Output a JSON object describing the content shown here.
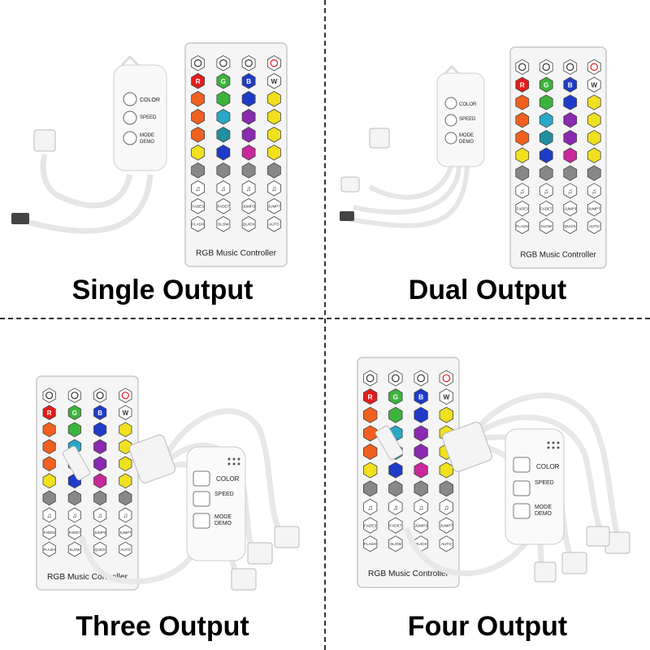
{
  "panels": [
    {
      "caption": "Single Output"
    },
    {
      "caption": "Dual Output"
    },
    {
      "caption": "Three Output"
    },
    {
      "caption": "Four Output"
    }
  ],
  "remote": {
    "title": "RGB Music Controller",
    "button_rows": [
      [
        "brightness-up",
        "brightness-down",
        "play-pause",
        "power"
      ],
      [
        "R",
        "G",
        "B",
        "W"
      ],
      [
        "",
        "",
        "",
        ""
      ],
      [
        "",
        "",
        "",
        ""
      ],
      [
        "",
        "",
        "",
        ""
      ],
      [
        "",
        "",
        "",
        ""
      ],
      [
        "",
        "",
        "",
        ""
      ],
      [
        "",
        "",
        "",
        ""
      ],
      [
        "FADE3",
        "FADE7",
        "JUMP3",
        "JUMP7"
      ],
      [
        "FLASH",
        "SLOW",
        "QUICK",
        "AUTO"
      ]
    ],
    "colors": {
      "red": "#e41c1c",
      "green": "#3cb43c",
      "blue": "#1e3cc8",
      "orange": "#f06020",
      "cyan": "#2aa8c8",
      "purple": "#8a2ab0",
      "yellow": "#f0e020",
      "magenta": "#c8289a",
      "teal": "#2090a0"
    }
  },
  "controller": {
    "labels": [
      "COLOR",
      "SPEED",
      "MODE",
      "DEMO"
    ]
  }
}
